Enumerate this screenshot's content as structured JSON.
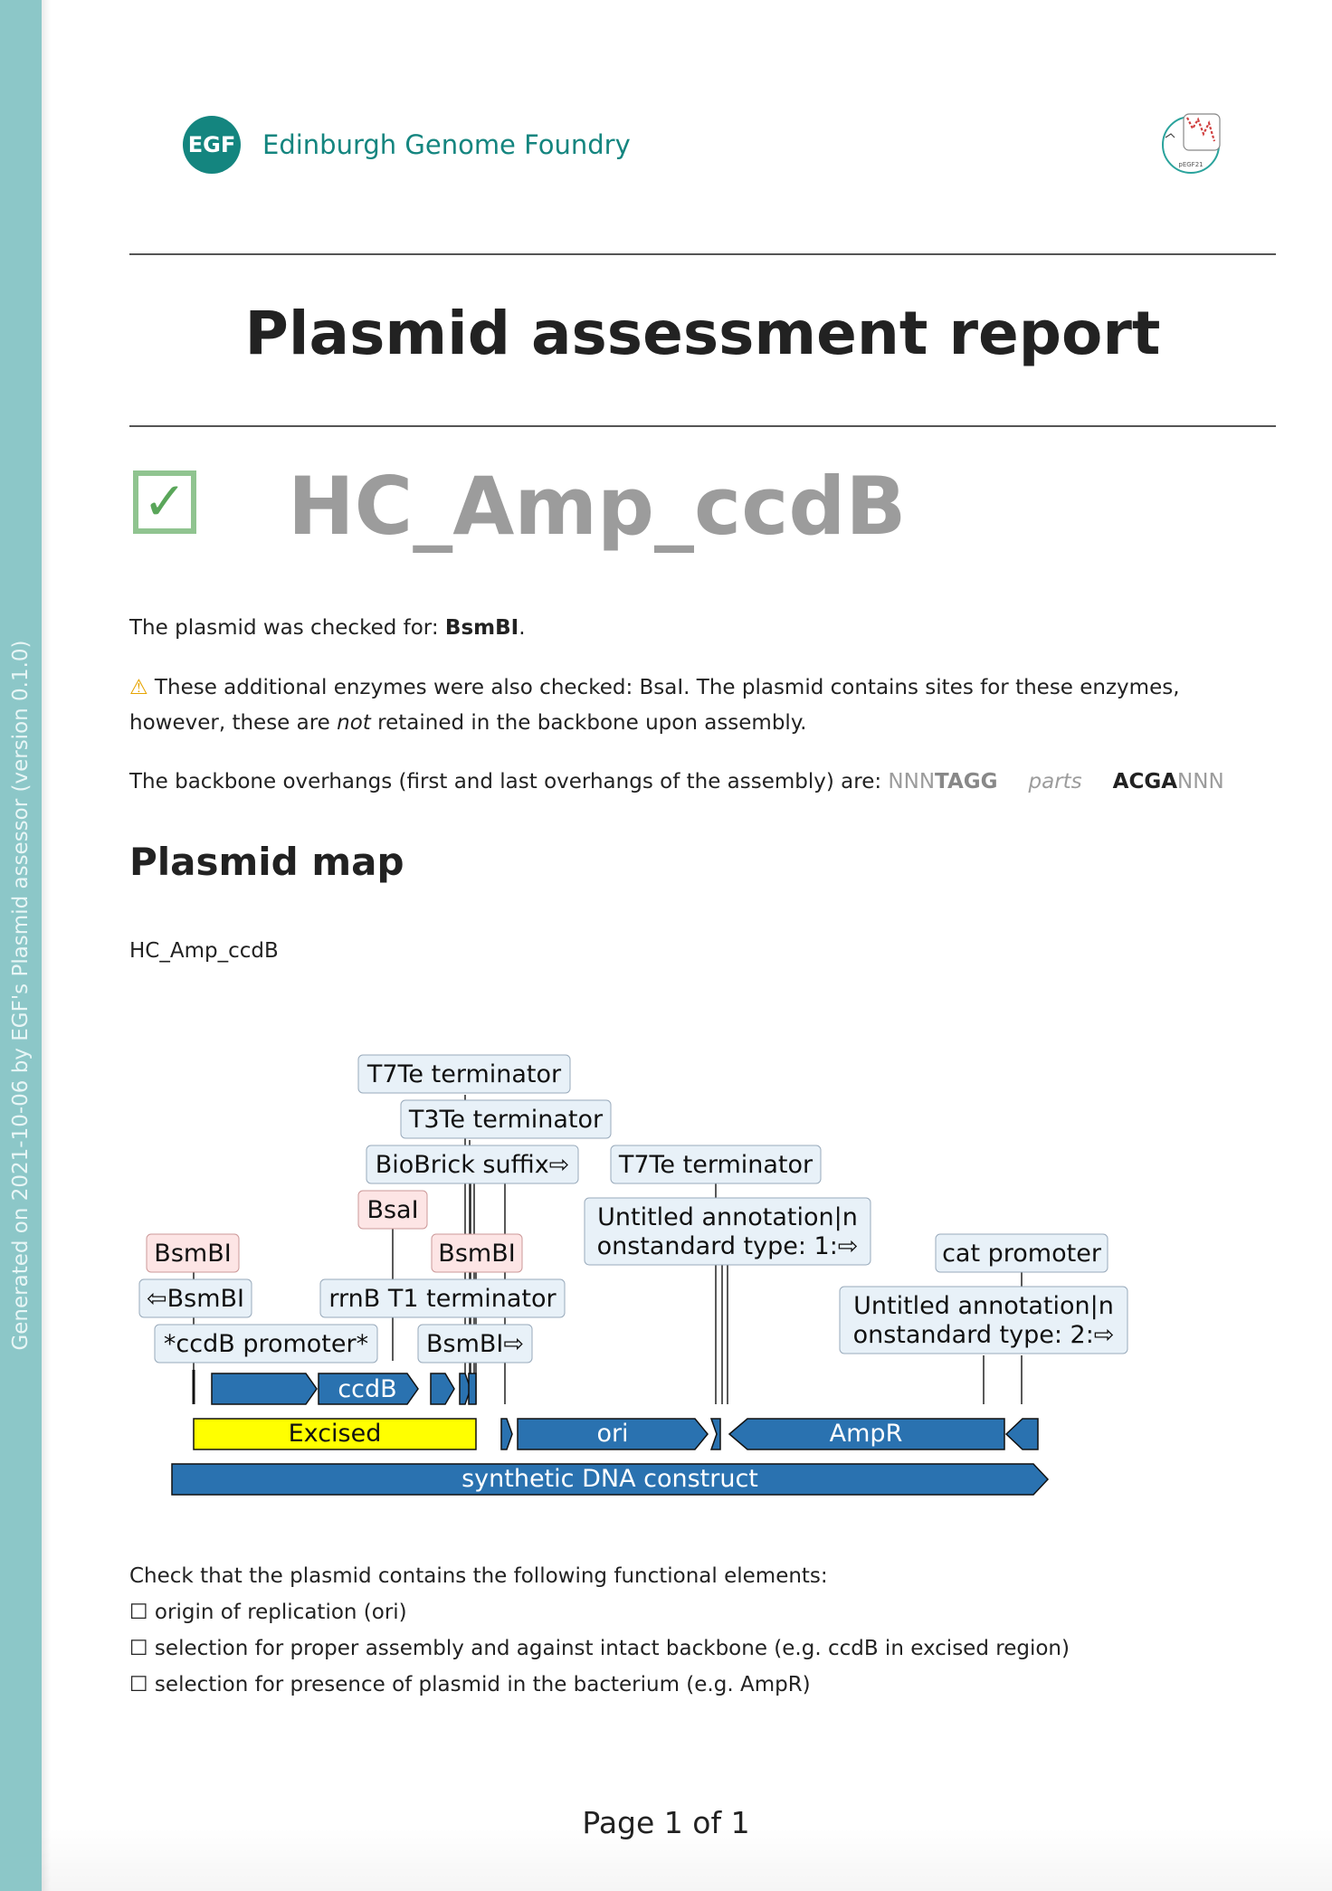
{
  "sidebar": {
    "text": "Generated on 2021-10-06 by EGF's Plasmid assessor (version 0.1.0)"
  },
  "header": {
    "logo_mark": "EGF",
    "logo_text": "Edinburgh Genome Foundry",
    "thumbnail_label": "pEGF21"
  },
  "title": "Plasmid assessment report",
  "plasmid": {
    "name": "HC_Amp_ccdB",
    "status_icon": "check-box-icon"
  },
  "checked_for": {
    "text": "The plasmid was checked for: ",
    "enzyme": "BsmBI",
    "end": "."
  },
  "warning": {
    "icon": "⚠",
    "text_1": " These additional enzymes were also checked: BsaI. The plasmid contains sites for these enzymes, however, these are ",
    "emphasis": "not",
    "text_2": " retained in the backbone upon assembly."
  },
  "overhangs": {
    "text": "The backbone overhangs (first and last overhangs of the assembly) are: ",
    "left_prefix": "NNN",
    "left_bold": "TAGG",
    "middle": "parts",
    "right_bold": "ACGA",
    "right_suffix": "NNN"
  },
  "plasmid_map": {
    "heading": "Plasmid map",
    "caption": "HC_Amp_ccdB"
  },
  "map_labels": {
    "t7te_1": "T7Te terminator",
    "t3te": "T3Te terminator",
    "biobrick": "BioBrick suffix⇨",
    "t7te_2": "T7Te terminator",
    "bsai": "BsaI",
    "untitled1_line1": "Untitled annotation|n",
    "untitled1_line2": "onstandard type:  1:⇨",
    "bsmbi_1": "BsmBI",
    "bsmbi_2": "BsmBI",
    "cat_promoter": "cat promoter",
    "bsmbi_left": "⇦BsmBI",
    "rrnb": "rrnB T1 terminator",
    "untitled2_line1": "Untitled annotation|n",
    "untitled2_line2": "onstandard type:  2:⇨",
    "ccdb_promoter": "*ccdB promoter*",
    "bsmbi_right": "BsmBI⇨",
    "ccdb": "ccdB",
    "excised": "Excised",
    "ori": "ori",
    "ampr": "AmpR",
    "construct": "synthetic DNA construct"
  },
  "map_colors": {
    "feature": "#2a72b0",
    "excised": "#ffff00",
    "enzyme_box": "#fde5e5",
    "annotation_box": "#e8f1f8"
  },
  "checklist": {
    "intro": "Check that the plasmid contains the following functional elements:",
    "items": [
      "☐ origin of replication (ori)",
      "☐ selection for proper assembly and against intact backbone (e.g. ccdB in excised region)",
      "☐ selection for presence of plasmid in the bacterium (e.g. AmpR)"
    ]
  },
  "footer": "Page 1 of 1"
}
